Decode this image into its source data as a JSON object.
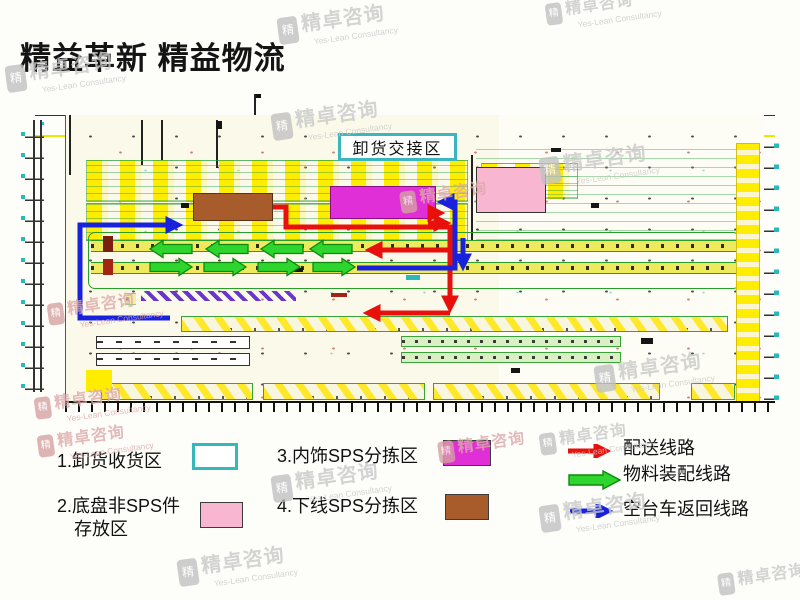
{
  "title": "精益革新 精益物流",
  "watermark": {
    "seal_char": "精",
    "name": "精卓咨询",
    "sub": "Yes-Lean Consultancy"
  },
  "diagram": {
    "unload_zone_label": "卸货交接区",
    "zone_colors": {
      "unload_receive_border": "#35b8bc",
      "chassis_non_sps_fill": "#f8b6d0",
      "interior_sps_fill": "#e02fd6",
      "offline_sps_fill": "#a85b2b"
    },
    "route_colors": {
      "delivery": "#e8100c",
      "assembly": "#2ed52e",
      "empty_cart_return": "#1822dd"
    }
  },
  "legend": {
    "areas": [
      {
        "label": "1.卸货收货区",
        "swatch_fill": "#ffffff",
        "swatch_border": "#35b8bc"
      },
      {
        "label": "2.底盘非SPS件\n存放区",
        "swatch_fill": "#f8b6d0",
        "swatch_border": "#3c3c3c"
      },
      {
        "label": "3.内饰SPS分拣区",
        "swatch_fill": "#e02fd6",
        "swatch_border": "#3c3c3c"
      },
      {
        "label": "4.下线SPS分拣区",
        "swatch_fill": "#a85b2b",
        "swatch_border": "#3c3c3c"
      }
    ],
    "routes": [
      {
        "label": "配送线路",
        "color": "#e8100c",
        "style": "thin-arrow"
      },
      {
        "label": "物料装配线路",
        "color": "#2ed52e",
        "style": "block-arrow"
      },
      {
        "label": "空台车返回线路",
        "color": "#1822dd",
        "style": "thin-arrow"
      }
    ]
  }
}
